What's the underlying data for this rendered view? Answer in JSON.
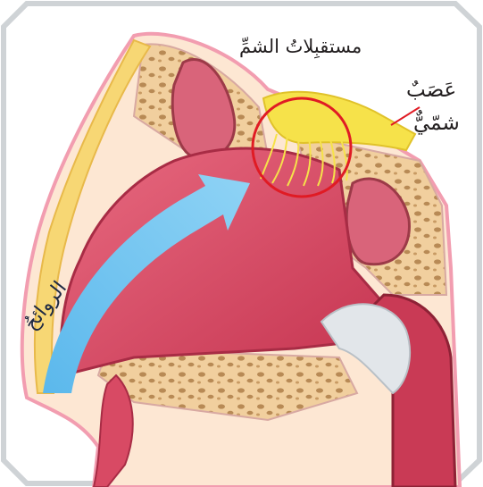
{
  "labels": {
    "olfactory_receptors": "مستقبِلاتُ الشمِّ",
    "olfactory_nerve_line1": "عَصَبٌ",
    "olfactory_nerve_line2": "شمّيٌّ",
    "odors": "الروائحُ"
  },
  "colors": {
    "background": "#ffffff",
    "frame_border": "#cfd3d6",
    "skin_outline": "#f29db0",
    "skin_fill": "#fde7d3",
    "cartilage": "#f7d774",
    "bone": "#f1cf9e",
    "bone_cells": "#b88a55",
    "sinus": "#d9647a",
    "mucosa": "#d84a64",
    "cavity": "#c93a55",
    "nerve": "#f6e24a",
    "highlight_circle": "#e01b24",
    "airflow_arrow": "#74c6f0"
  }
}
